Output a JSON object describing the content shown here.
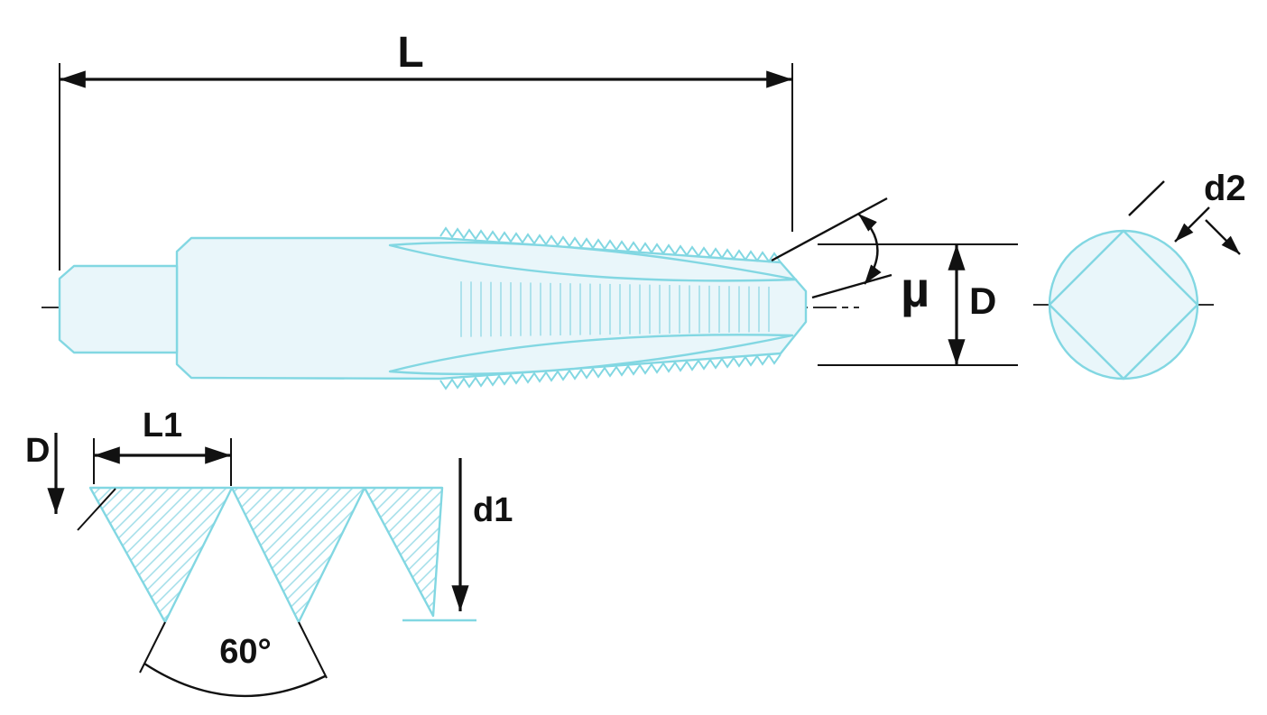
{
  "diagram": {
    "labels": {
      "overall_length": "L",
      "chamfer_angle": "µ",
      "nominal_diameter": "D",
      "square_drive": "d2",
      "thread_pitch": "L1",
      "profile_diameter": "D",
      "thread_depth": "d1",
      "thread_angle": "60°"
    },
    "colors": {
      "outline": "#82d7e2",
      "fill": "#e9f6fa",
      "hatch": "#9fdde8",
      "dimension": "#111111",
      "background": "#ffffff"
    }
  }
}
